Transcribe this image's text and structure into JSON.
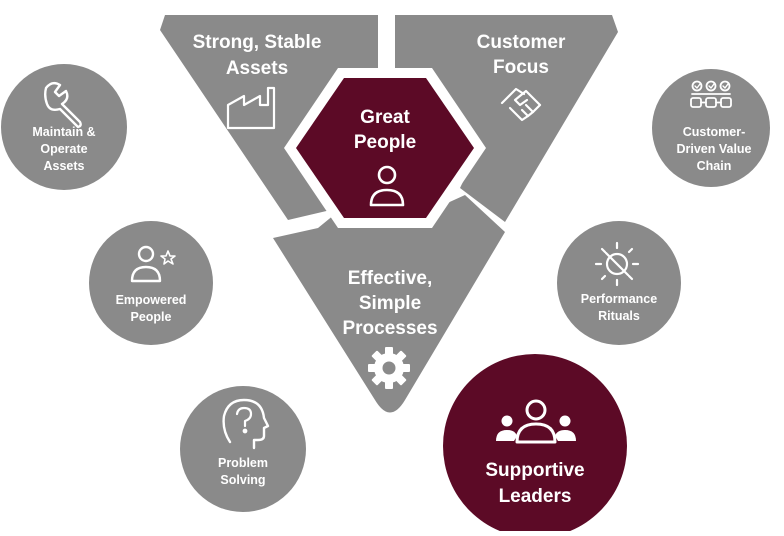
{
  "colors": {
    "gray": "#8a8a8a",
    "maroon": "#5c0a26",
    "white": "#ffffff"
  },
  "triangle": {
    "left_panel": {
      "line1": "Strong, Stable",
      "line2": "Assets",
      "icon": "factory-icon"
    },
    "right_panel": {
      "line1": "Customer",
      "line2": "Focus",
      "icon": "handshake-icon"
    },
    "bottom_panel": {
      "line1": "Effective,",
      "line2": "Simple",
      "line3": "Processes",
      "icon": "gear-icon"
    },
    "center": {
      "line1": "Great",
      "line2": "People",
      "icon": "person-icon"
    }
  },
  "circles": {
    "maintain": {
      "line1": "Maintain &",
      "line2": "Operate",
      "line3": "Assets",
      "icon": "wrench-icon"
    },
    "empowered": {
      "line1": "Empowered",
      "line2": "People",
      "icon": "person-star-icon"
    },
    "problem": {
      "line1": "Problem",
      "line2": "Solving",
      "icon": "head-question-icon"
    },
    "customer_chain": {
      "line1": "Customer-",
      "line2": "Driven Value",
      "line3": "Chain",
      "icon": "value-chain-icon"
    },
    "performance": {
      "line1": "Performance",
      "line2": "Rituals",
      "icon": "sun-target-icon"
    },
    "supportive": {
      "line1": "Supportive",
      "line2": "Leaders",
      "icon": "team-icon"
    }
  }
}
